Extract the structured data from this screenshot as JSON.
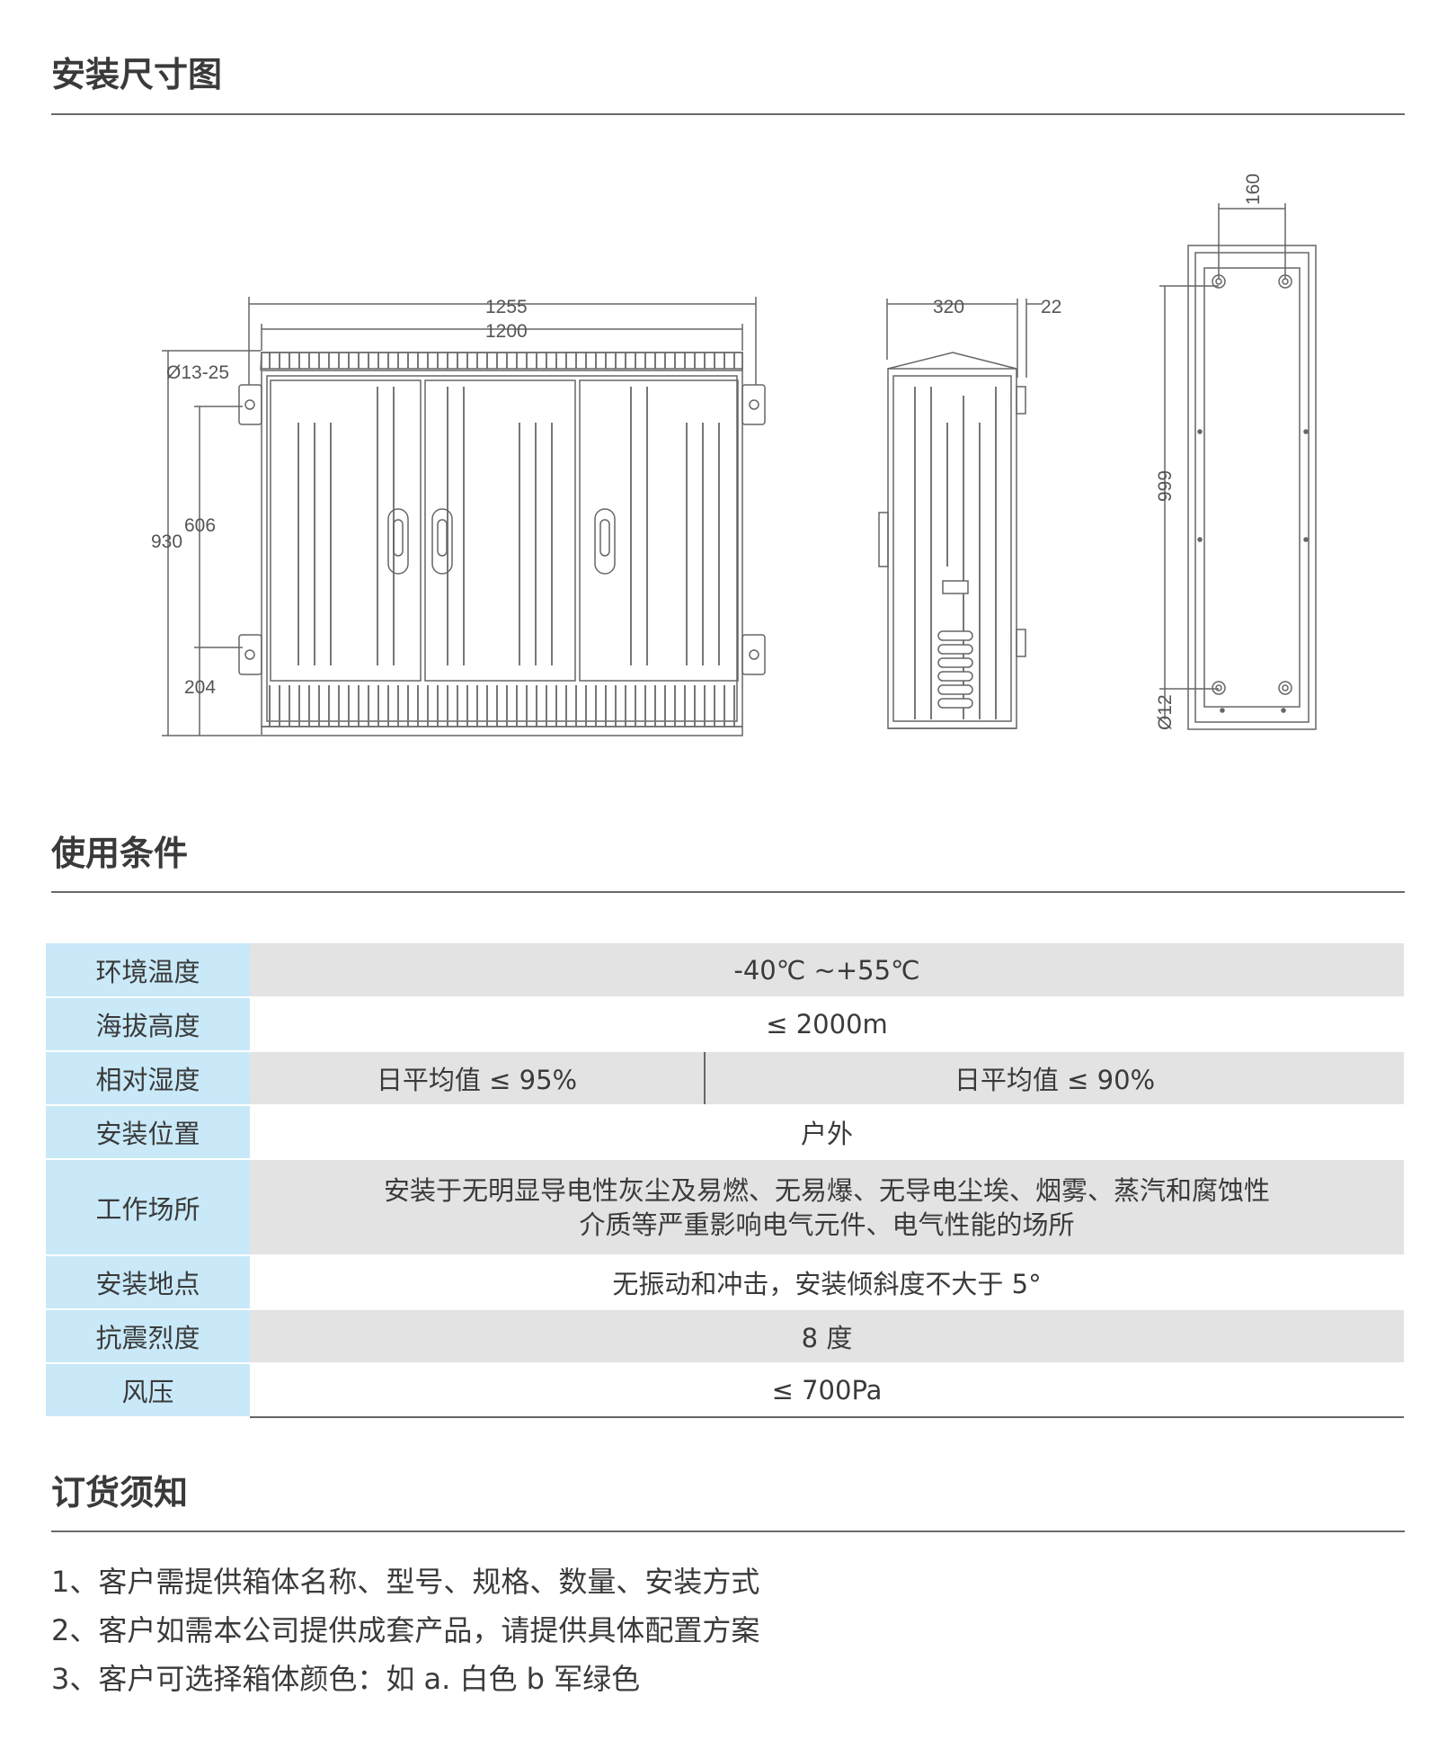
{
  "sections": {
    "install": {
      "title": "安装尺寸图"
    },
    "conditions": {
      "title": "使用条件"
    },
    "ordering": {
      "title": "订货须知"
    }
  },
  "drawing_labels": {
    "front": {
      "w_outer": "1255",
      "w_inner": "1200",
      "hole": "Ø13-25",
      "h_total": "930",
      "h_mid": "606",
      "h_bottom": "204"
    },
    "side": {
      "depth": "320",
      "offset": "22"
    },
    "bottom": {
      "width": "160",
      "length": "999",
      "hole": "Ø12"
    }
  },
  "conditions_table": [
    {
      "label": "环境温度",
      "value": "-40℃ ~+55℃"
    },
    {
      "label": "海拔高度",
      "value": "≤ 2000m"
    },
    {
      "label": "相对湿度",
      "value_left": "日平均值  ≤ 95%",
      "value_right": "日平均值  ≤ 90%"
    },
    {
      "label": "安装位置",
      "value": "户外"
    },
    {
      "label": "工作场所",
      "value_line1": "安装于无明显导电性灰尘及易燃、无易爆、无导电尘埃、烟雾、蒸汽和腐蚀性",
      "value_line2": "介质等严重影响电气元件、电气性能的场所"
    },
    {
      "label": "安装地点",
      "value": "无振动和冲击，安装倾斜度不大于 5°"
    },
    {
      "label": "抗震烈度",
      "value": "8 度"
    },
    {
      "label": "风压",
      "value": "≤ 700Pa"
    }
  ],
  "ordering_notes": [
    "1、客户需提供箱体名称、型号、规格、数量、安装方式",
    "2、客户如需本公司提供成套产品，请提供具体配置方案",
    "3、客户可选择箱体颜色：如 a. 白色 b 军绿色"
  ],
  "colors": {
    "label_bg": "#c9e9f8",
    "stripe_bg": "#e3e3e4",
    "line": "#666666"
  }
}
